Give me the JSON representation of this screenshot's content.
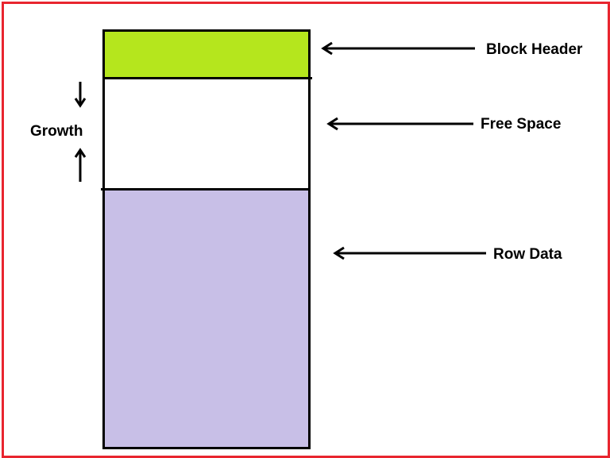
{
  "diagram": {
    "labels": {
      "block_header": "Block Header",
      "free_space": "Free Space",
      "row_data": "Row Data",
      "growth": "Growth"
    },
    "colors": {
      "frame": "#e8252f",
      "block_header_fill": "#b5e61d",
      "free_space_fill": "#ffffff",
      "row_data_fill": "#c8bfe7",
      "stroke": "#000000"
    }
  }
}
